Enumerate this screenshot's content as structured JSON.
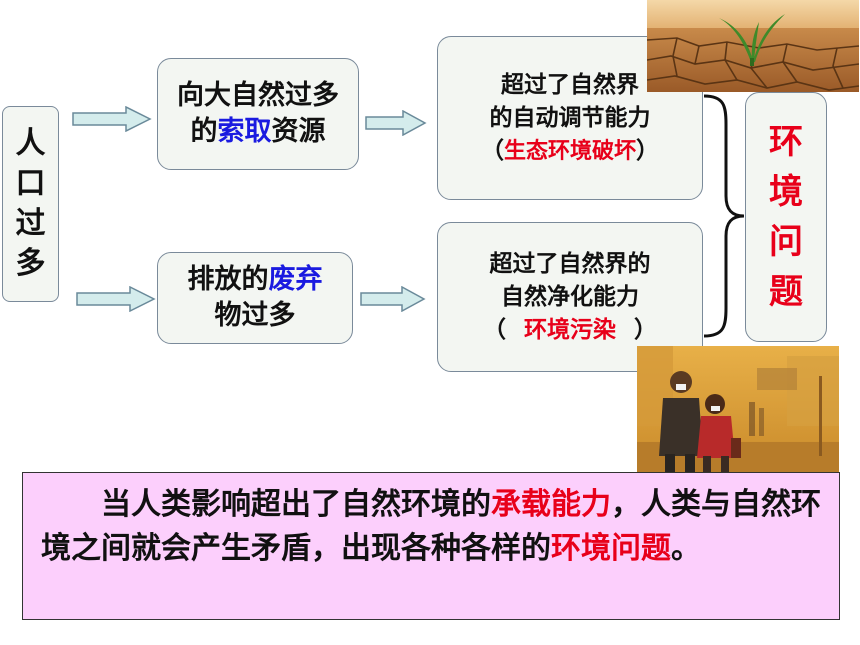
{
  "start": {
    "chars": [
      "人",
      "口",
      "过",
      "多"
    ]
  },
  "box_take": {
    "line1": "向大自然过多",
    "line2_pre": "的",
    "line2_hl": "索取",
    "line2_post": "资源"
  },
  "box_waste": {
    "line1_pre": "排放的",
    "line1_hl": "废弃",
    "line2": "物过多"
  },
  "box_regulate": {
    "line1": "超过了自然界",
    "line2": "的自动调节能力",
    "line3_open": "（",
    "line3_hl": "生态环境破坏",
    "line3_close": "）"
  },
  "box_purify": {
    "line1": "超过了自然界的",
    "line2": "自然净化能力",
    "line3_open": "（",
    "line3_hl": "环境污染",
    "line3_close": "）"
  },
  "result": {
    "chars": [
      "环",
      "境",
      "问",
      "题"
    ]
  },
  "conclusion": {
    "part1": "当人类影响超出了自然环境的",
    "hl1": "承载能力",
    "part2": "，人类与自然环境之间就会产生矛盾，出现各种各样的",
    "hl2": "环境问题",
    "part3": "。"
  },
  "images": [
    "cracked-earth-seedling-photo",
    "sandstorm-pedestrians-photo"
  ],
  "colors": {
    "highlight_blue": "#1a1ae0",
    "highlight_red": "#e8001a",
    "conclusion_bg": "#fccffc",
    "arrow_fill": "#d4ecec"
  }
}
